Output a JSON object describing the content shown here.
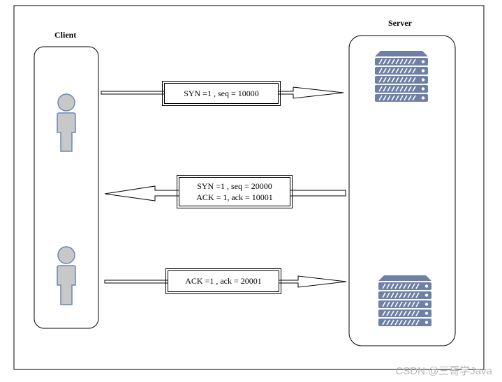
{
  "diagram": {
    "client_label": "Client",
    "server_label": "Server",
    "messages": [
      {
        "lines": [
          "SYN =1 , seq = 10000"
        ],
        "direction": "to-server"
      },
      {
        "lines": [
          "SYN =1 , seq = 20000",
          "ACK = 1, ack = 10001"
        ],
        "direction": "to-client"
      },
      {
        "lines": [
          "ACK =1 , ack = 20001"
        ],
        "direction": "to-server"
      }
    ]
  },
  "watermark": "CSDN @三哥学Java",
  "colors": {
    "person_fill": "#c8c8c8",
    "person_stroke": "#6b86b8",
    "server_fill": "#6e7fa8",
    "server_stripe": "#ffffff"
  }
}
